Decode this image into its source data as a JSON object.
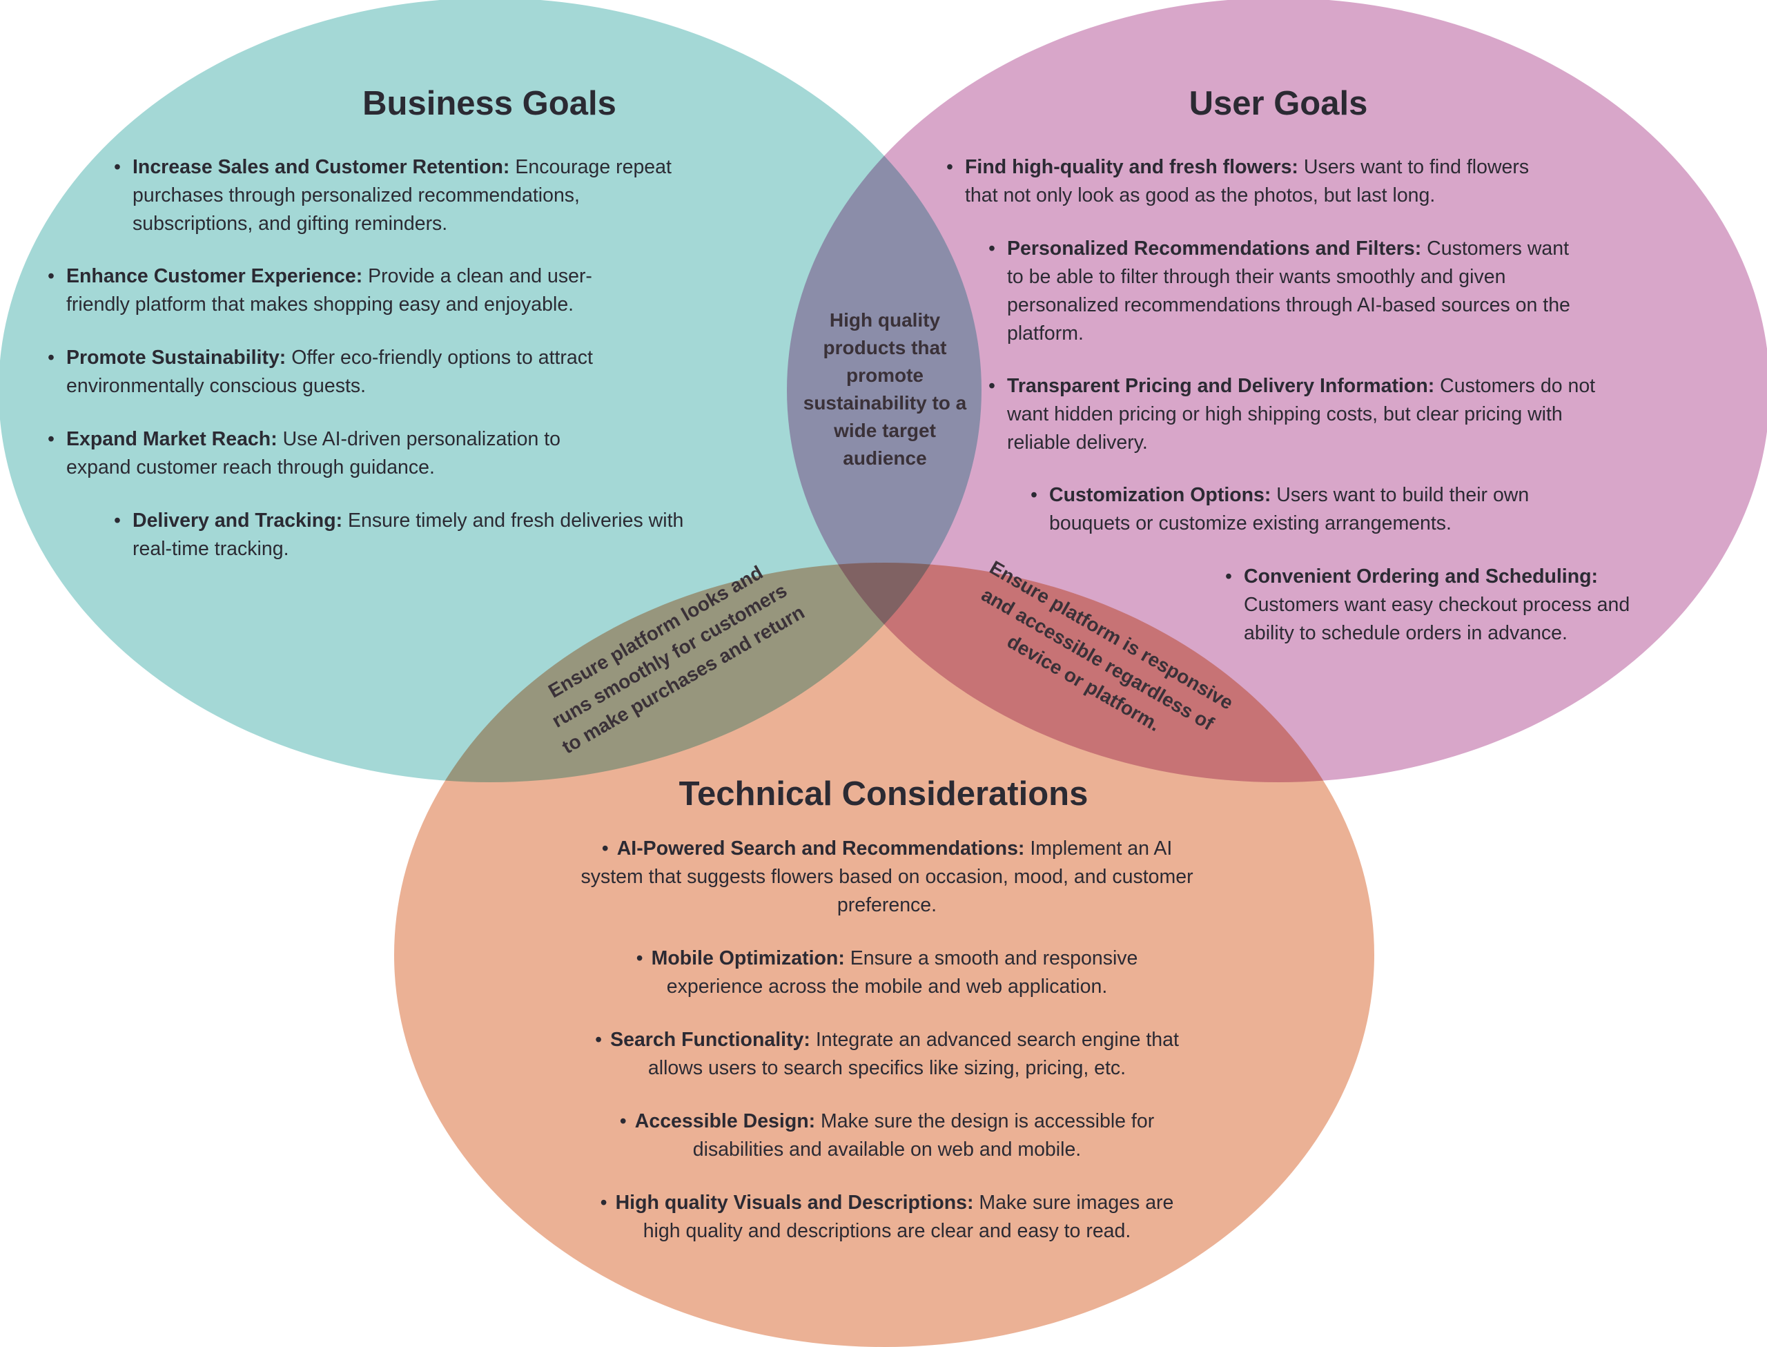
{
  "colors": {
    "business": "#a2d7d5",
    "user": "#d7a4c8",
    "technical": "#ebaf93",
    "text": "#2b2a33"
  },
  "circles": {
    "business": {
      "title": "Business Goals",
      "items": [
        {
          "bold": "Increase Sales and Customer Retention:",
          "text": " Encourage repeat purchases through personalized recommendations, subscriptions, and gifting reminders."
        },
        {
          "bold": "Enhance Customer Experience:",
          "text": " Provide a clean and user-friendly platform that makes shopping easy and enjoyable."
        },
        {
          "bold": "Promote Sustainability:",
          "text": " Offer eco-friendly options to attract environmentally conscious guests."
        },
        {
          "bold": "Expand Market Reach:",
          "text": " Use AI-driven personalization to expand customer reach through guidance."
        },
        {
          "bold": "Delivery and Tracking:",
          "text": " Ensure timely and fresh deliveries with real-time tracking."
        }
      ]
    },
    "user": {
      "title": "User Goals",
      "items": [
        {
          "bold": "Find high-quality and fresh flowers:",
          "text": " Users want to find flowers that not only look as good as the photos, but last long."
        },
        {
          "bold": "Personalized Recommendations and Filters:",
          "text": " Customers want to be able to filter through their wants smoothly and given personalized recommendations through AI-based sources on the platform."
        },
        {
          "bold": "Transparent Pricing and Delivery Information:",
          "text": " Customers do not want hidden pricing or high shipping costs, but clear pricing with reliable delivery."
        },
        {
          "bold": "Customization Options:",
          "text": " Users want to build their own bouquets or customize existing arrangements."
        },
        {
          "bold": "Convenient Ordering and Scheduling:",
          "text": " Customers want easy checkout process and ability to schedule orders in advance."
        }
      ]
    },
    "technical": {
      "title": "Technical Considerations",
      "items": [
        {
          "bold": "AI-Powered Search and Recommendations:",
          "text": " Implement an AI system that suggests flowers based on occasion, mood, and customer preference."
        },
        {
          "bold": "Mobile Optimization:",
          "text": " Ensure a smooth and responsive experience across the mobile and web application."
        },
        {
          "bold": "Search Functionality:",
          "text": " Integrate an advanced search engine that allows users to search specifics like sizing, pricing, etc."
        },
        {
          "bold": "Accessible Design:",
          "text": " Make sure the design is accessible for disabilities and available on web and mobile."
        },
        {
          "bold": "High quality Visuals and Descriptions:",
          "text": " Make sure images are high quality and descriptions are clear and easy to read."
        }
      ]
    }
  },
  "overlaps": {
    "business_user": "High quality products that promote sustainability to a wide target audience",
    "business_technical": "Ensure platform looks and runs smoothly for customers to make purchases and return",
    "user_technical": "Ensure platform is responsive and accessible regardless of device or platform."
  }
}
